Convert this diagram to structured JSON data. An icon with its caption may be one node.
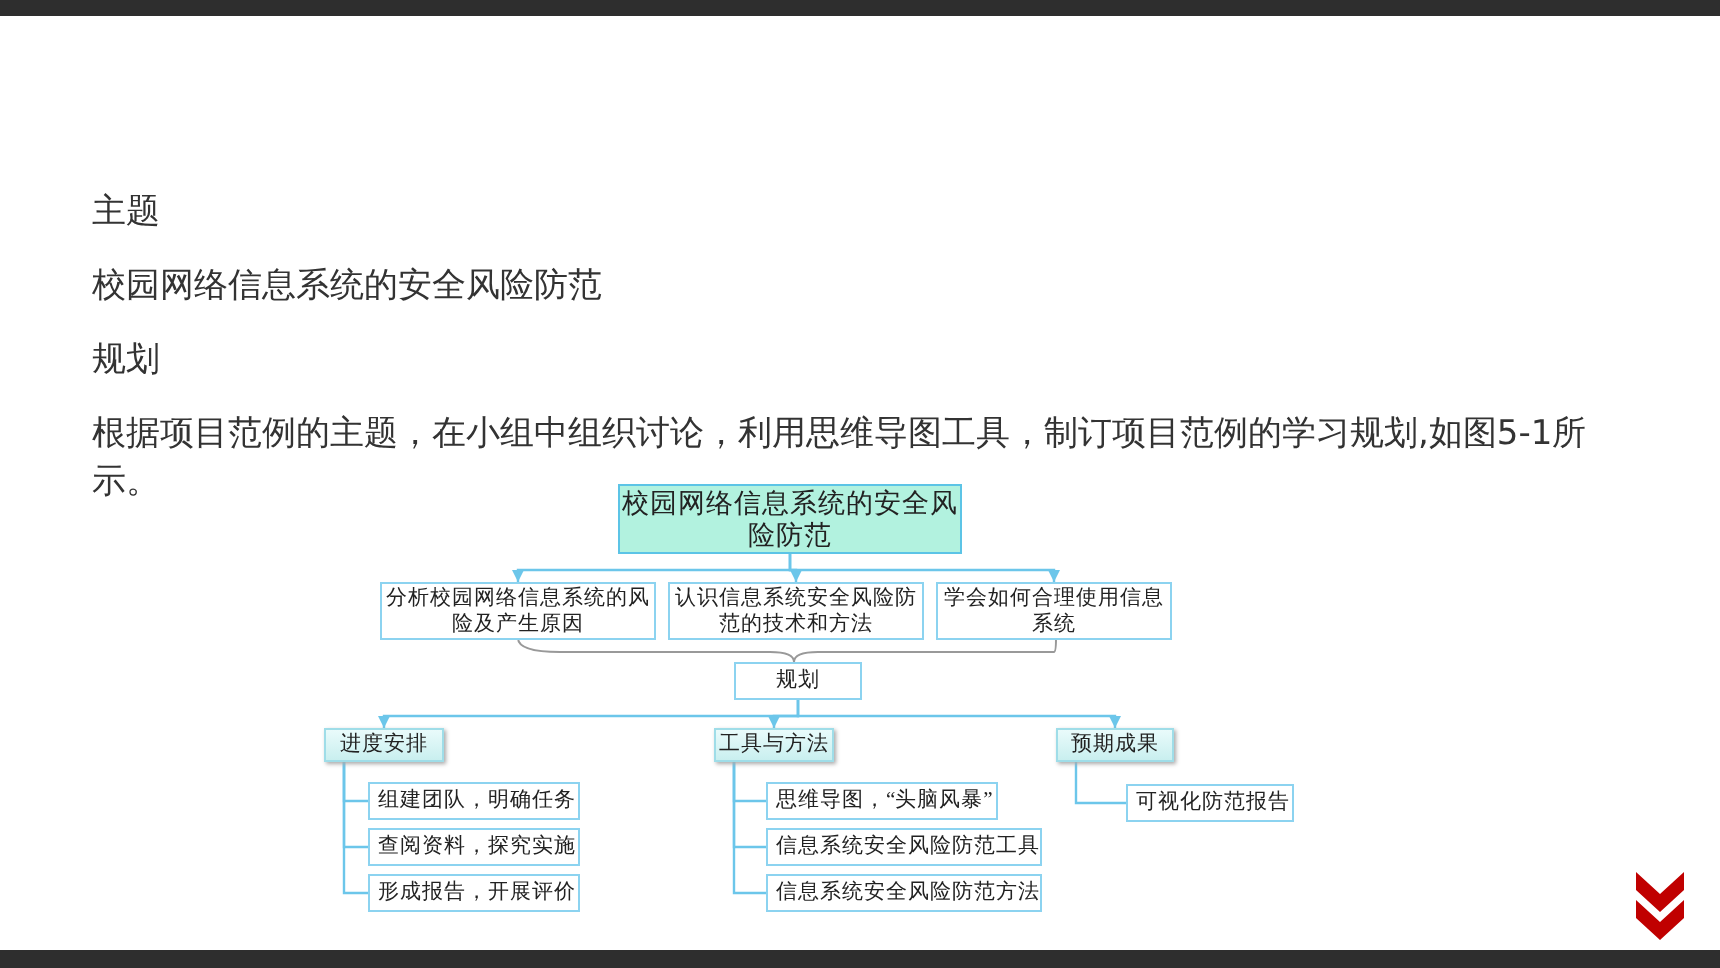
{
  "diagram": {
    "nodes": [
      {
        "text": [
          "校园网络信息系统的安全风险防范"
        ]
      },
      {
        "text": [
          "分析校园网络信息系统的风险及产生原因"
        ]
      },
      {
        "text": [
          "认识信息系统安全风险防范的技术和方法"
        ]
      },
      {
        "text": [
          "学会如何合理使用信息系统"
        ]
      },
      {
        "text": [
          "规划"
        ]
      },
      {
        "text": [
          "进度安排"
        ]
      },
      {
        "text": [
          "工具与方法"
        ]
      },
      {
        "text": [
          "预期成果"
        ]
      },
      {
        "text": [
          "组建团队，明确任务"
        ]
      },
      {
        "text": [
          "查阅资料，探究实施"
        ]
      },
      {
        "text": [
          "形成报告，开展评价"
        ]
      },
      {
        "text": [
          "思维导图，“头脑风暴”"
        ]
      },
      {
        "text": [
          "信息系统安全风险防范工具"
        ]
      },
      {
        "text": [
          "信息系统安全风险防范方法"
        ]
      },
      {
        "text": [
          "可视化防范报告"
        ]
      }
    ],
    "edges": [
      {
        "from": 0,
        "to": 1,
        "arrow": "to"
      },
      {
        "from": 0,
        "to": 2,
        "arrow": "to"
      },
      {
        "from": 0,
        "to": 3,
        "arrow": "to"
      },
      {
        "from": 4,
        "to": 5,
        "arrow": "to"
      },
      {
        "from": 4,
        "to": 6,
        "arrow": "to"
      },
      {
        "from": 4,
        "to": 7,
        "arrow": "to"
      },
      {
        "from": 5,
        "to": 8,
        "arrow": "none"
      },
      {
        "from": 5,
        "to": 9,
        "arrow": "none"
      },
      {
        "from": 5,
        "to": 10,
        "arrow": "none"
      },
      {
        "from": 6,
        "to": 11,
        "arrow": "none"
      },
      {
        "from": 6,
        "to": 12,
        "arrow": "none"
      },
      {
        "from": 6,
        "to": 13,
        "arrow": "none"
      },
      {
        "from": 7,
        "to": 14,
        "arrow": "none"
      }
    ],
    "labels": [
      "主题",
      "校园网络信息系统的安全风险防范",
      "规划",
      "根据项目范例的主题，在小组中组织讨论，利用思维导图工具，制订项目范例的学习规划,如图5-1所示。"
    ]
  }
}
